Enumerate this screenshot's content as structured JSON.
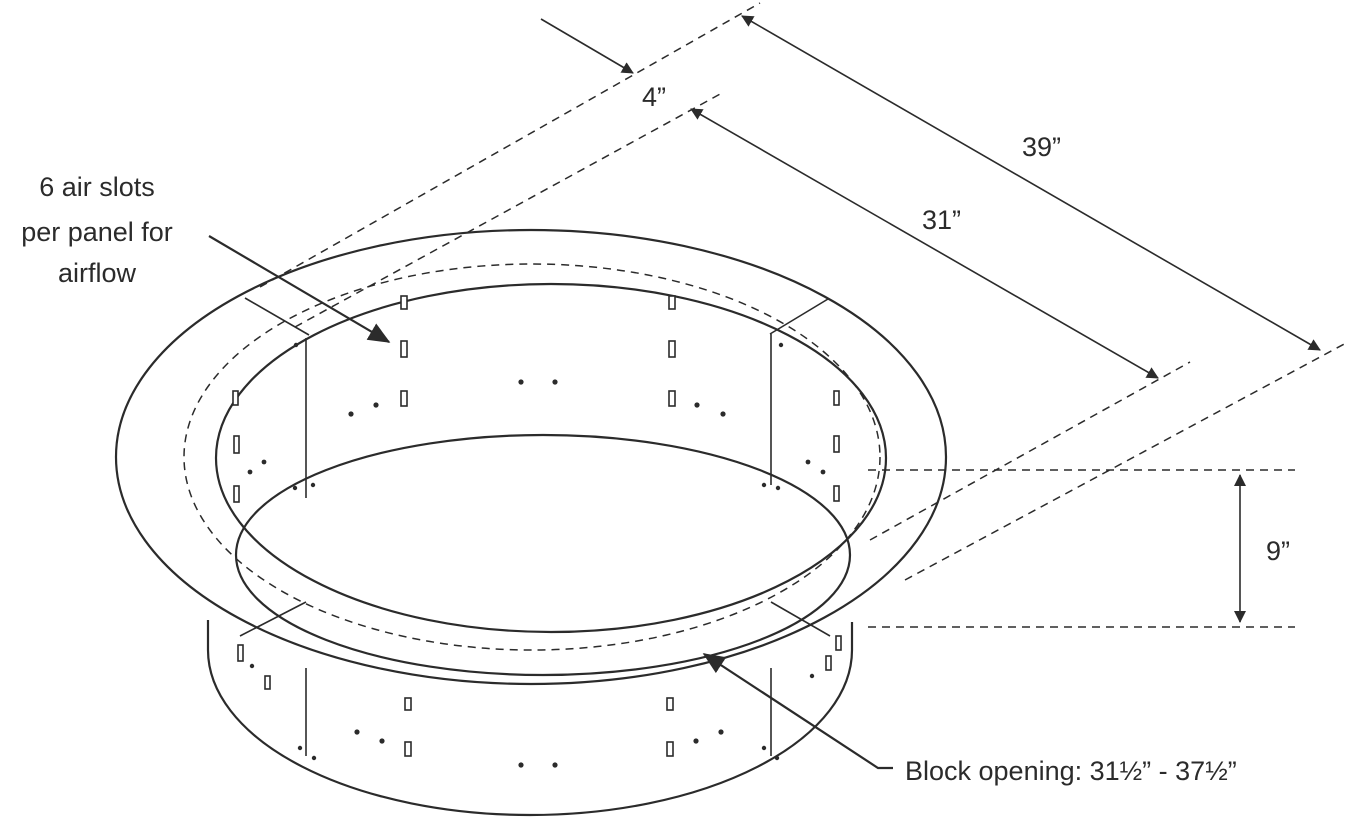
{
  "labels": {
    "air_slots_line1": "6 air slots",
    "air_slots_line2": "per panel for",
    "air_slots_line3": "airflow",
    "dim_flange": "4”",
    "dim_outer": "39”",
    "dim_inner": "31”",
    "dim_height": "9”",
    "block_opening": "Block opening: 31½” - 37½”"
  },
  "colors": {
    "line": "#2b2b2b",
    "background": "#ffffff"
  },
  "icons": [
    "arrowhead"
  ]
}
